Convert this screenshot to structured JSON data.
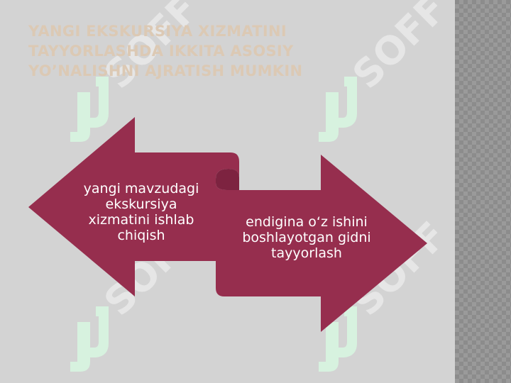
{
  "slide": {
    "title": "Yangi ekskursiya xizmatini tayyorlashda ikkita asosiy yo’nalishni ajratish mumkin"
  },
  "diagram": {
    "left_arrow_text": "yangi mavzudagi ekskursiya xizmatini ishlab chiqish",
    "right_arrow_text": "endigina o‘z ishini boshlayotgan gidni tayyorlash"
  },
  "watermark": {
    "text": "SOFF"
  },
  "colors": {
    "background": "#d3d3d3",
    "arrow_fill": "#962e4e",
    "arrow_shadow": "#7d2340",
    "title": "#dcc9b4",
    "watermark_logo": "#d7f2df",
    "watermark_text": "#e6e6e6"
  }
}
